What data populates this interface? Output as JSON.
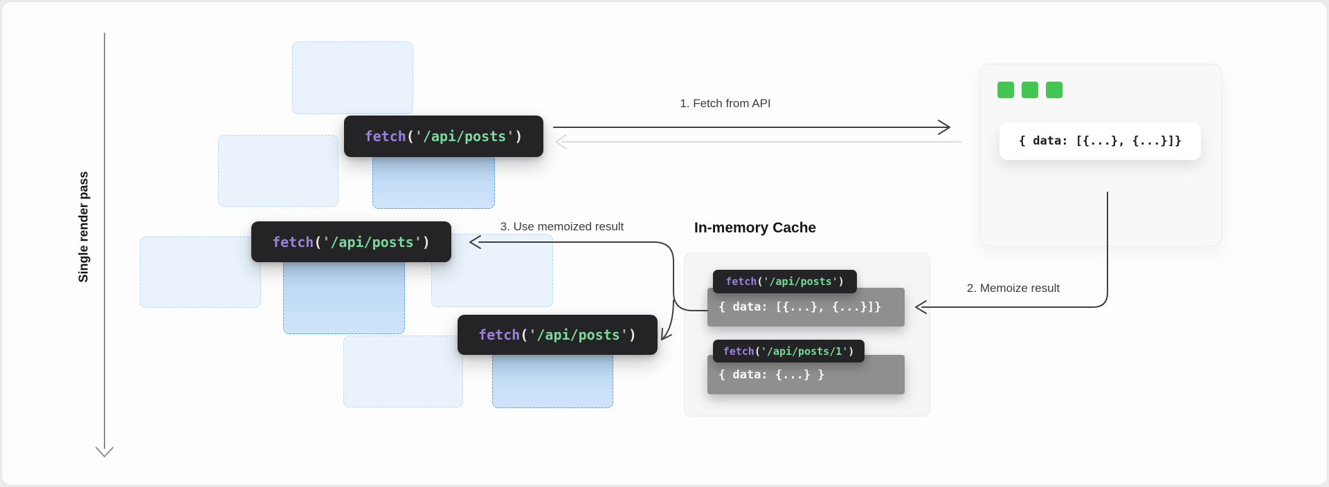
{
  "axis": {
    "label": "Single render pass"
  },
  "arrows": {
    "step1_label": "1. Fetch from API",
    "step2_label": "2. Memoize result",
    "step3_label": "3. Use memoized result"
  },
  "code": {
    "fetch_posts": {
      "keyword": "fetch",
      "open": "(",
      "quote": "'",
      "path": "/api/posts",
      "close": ")"
    },
    "fetch_post_1": {
      "keyword": "fetch",
      "open": "(",
      "quote": "'",
      "path": "/api/posts/1",
      "close": ")"
    }
  },
  "server": {
    "response_value": "{ data: [{...}, {...}]}",
    "status_square_count": 3,
    "accent_color": "#45c654"
  },
  "cache": {
    "title": "In-memory Cache",
    "entries": [
      {
        "value": "{ data: [{...}, {...}]}"
      },
      {
        "value": "{ data: {...} }"
      }
    ]
  },
  "colors": {
    "code_keyword": "#9d80e2",
    "code_string": "#79db9b",
    "code_punctuation": "#e9e9ec",
    "code_quote": "#a3aca5",
    "code_box_bg": "#242426",
    "cache_value_bg": "#8f8f8f",
    "arrow_dark": "#3f3f3f",
    "arrow_light": "#dbdbdb",
    "placeholder_fill": "#eaf3fb",
    "placeholder_border": "#b7d6ef",
    "highlight_border": "#5a9fdf"
  }
}
